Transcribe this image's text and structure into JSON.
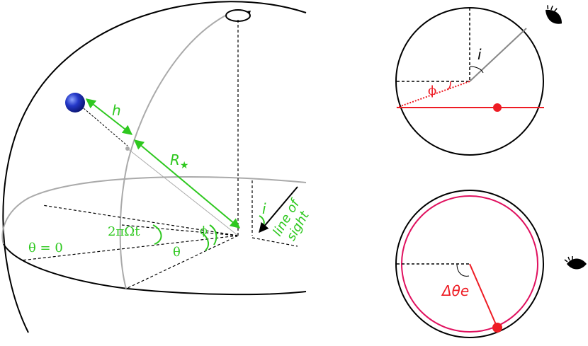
{
  "colors": {
    "ink": "#000000",
    "guide": "#aaaaaa",
    "green": "#2ec81f",
    "red": "#ee1c24",
    "pink": "#e0115f",
    "ball": "#1f2fb0"
  },
  "labels": {
    "h": "h",
    "r_star": "R",
    "r_star_sub": "★",
    "i_main": "i",
    "line_of_sight_1": "line of",
    "line_of_sight_2": "sight",
    "phi_main": "ϕ",
    "theta": "θ",
    "theta_zero": "θ = 0",
    "two_pi_omega_t": "2πΩt",
    "i_top": "i",
    "phi_top": "ϕ",
    "delta_theta_e": "Δθe"
  }
}
